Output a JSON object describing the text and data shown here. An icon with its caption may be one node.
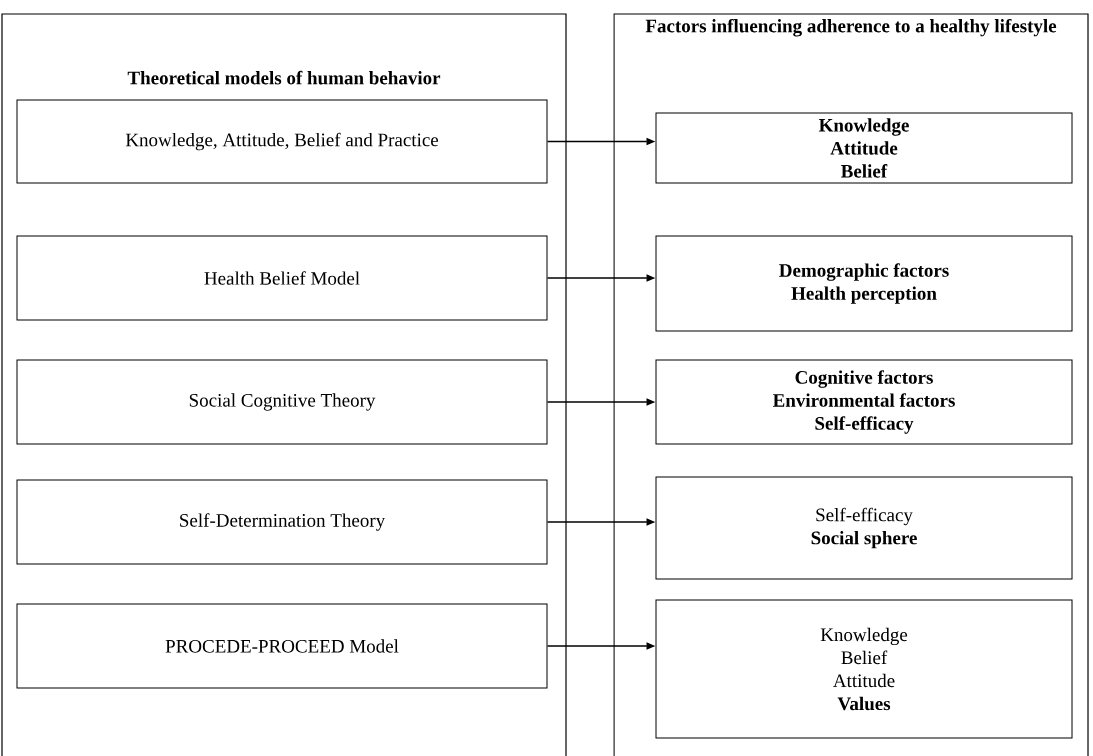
{
  "diagram": {
    "nodes": [
      {
        "text": [
          "Theoretical models of human behavior"
        ]
      },
      {
        "text": [
          "Knowledge, Attitude, Belief and Practice"
        ],
        "in": 0
      },
      {
        "text": [
          "Health Belief Model"
        ],
        "in": 0
      },
      {
        "text": [
          "Social Cognitive Theory"
        ],
        "in": 0
      },
      {
        "text": [
          "Self-Determination Theory"
        ],
        "in": 0
      },
      {
        "text": [
          "PROCEDE-PROCEED Model"
        ],
        "in": 0
      },
      {
        "text": [
          "Factors influencing adherence to a healthy lifestyle"
        ]
      },
      {
        "text": [
          "**Knowledge**",
          "**Attitude**",
          "**Belief**"
        ],
        "in": 6
      },
      {
        "text": [
          "**Demographic factors**",
          "**Health perception**"
        ],
        "in": 6
      },
      {
        "text": [
          "**Cognitive factors**",
          "**Environmental factors**",
          "**Self-efficacy**"
        ],
        "in": 6
      },
      {
        "text": [
          "Self-efficacy",
          "**Social sphere**"
        ],
        "in": 6
      },
      {
        "text": [
          "Knowledge",
          "Belief",
          "Attitude",
          "**Values**"
        ],
        "in": 6
      }
    ],
    "edges": [
      {
        "from": 1,
        "to": 7,
        "arrow": "to"
      },
      {
        "from": 2,
        "to": 8,
        "arrow": "to"
      },
      {
        "from": 3,
        "to": 9,
        "arrow": "to"
      },
      {
        "from": 4,
        "to": 10,
        "arrow": "to"
      },
      {
        "from": 5,
        "to": 11,
        "arrow": "to"
      }
    ]
  }
}
